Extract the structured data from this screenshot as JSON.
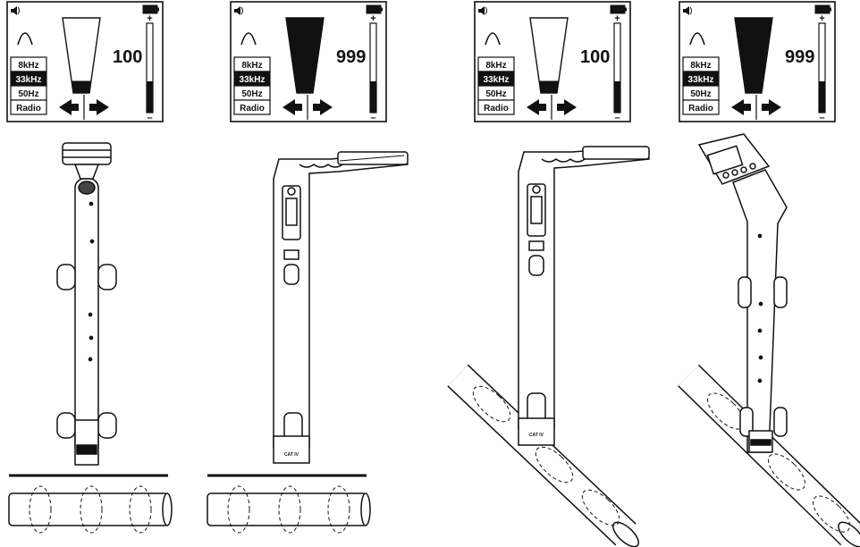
{
  "screens": [
    {
      "reading": "100",
      "bar_fraction": 0.16,
      "freq_options": [
        "8kHz",
        "33kHz",
        "50Hz",
        "Radio"
      ],
      "selected_index": 1,
      "signal_level": 0.35,
      "plus_label": "+",
      "minus_label": "–"
    },
    {
      "reading": "999",
      "bar_fraction": 1.0,
      "freq_options": [
        "8kHz",
        "33kHz",
        "50Hz",
        "Radio"
      ],
      "selected_index": 1,
      "signal_level": 0.35,
      "plus_label": "+",
      "minus_label": "–"
    },
    {
      "reading": "100",
      "bar_fraction": 0.16,
      "freq_options": [
        "8kHz",
        "33kHz",
        "50Hz",
        "Radio"
      ],
      "selected_index": 1,
      "signal_level": 0.35,
      "plus_label": "+",
      "minus_label": "–"
    },
    {
      "reading": "999",
      "bar_fraction": 1.0,
      "freq_options": [
        "8kHz",
        "33kHz",
        "50Hz",
        "Radio"
      ],
      "selected_index": 1,
      "signal_level": 0.35,
      "plus_label": "+",
      "minus_label": "–"
    }
  ],
  "locator_label": "CAT IV"
}
